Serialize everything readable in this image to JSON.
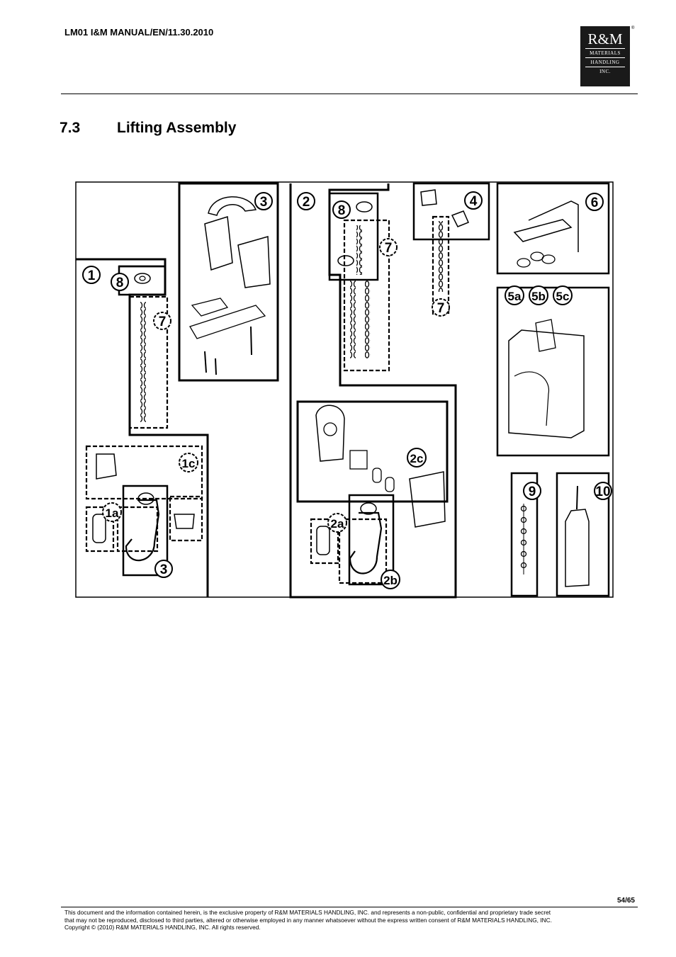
{
  "header": {
    "doc_id": "LM01 I&M MANUAL/EN/11.30.2010",
    "logo": {
      "name": "R&M",
      "line1": "MATERIALS",
      "line2": "HANDLING",
      "line3": "INC.",
      "registered": "®"
    }
  },
  "section": {
    "number": "7.3",
    "title": "Lifting Assembly"
  },
  "figure": {
    "callouts": {
      "c1": "1",
      "c8a": "8",
      "c7a": "7",
      "c3top": "3",
      "c1c": "1c",
      "c1a": "1a",
      "c3bot": "3",
      "c2": "2",
      "c8b": "8",
      "c7b": "7",
      "c2c": "2c",
      "c2a": "2a",
      "c2b": "2b",
      "c4": "4",
      "c7c": "7",
      "c6": "6",
      "c5a": "5a",
      "c5b": "5b",
      "c5c": "5c",
      "c9": "9",
      "c10": "10"
    }
  },
  "footer": {
    "page": "54/65",
    "line1": "This document and the information contained herein, is the exclusive property of R&M MATERIALS HANDLING, INC.  and represents a non-public, confidential and proprietary trade secret",
    "line2": "that may not be reproduced, disclosed to third parties, altered or otherwise employed in any manner whatsoever without the express written consent of R&M MATERIALS HANDLING, INC.",
    "line3": "Copyright © (2010) R&M MATERIALS HANDLING, INC.  All rights reserved."
  }
}
